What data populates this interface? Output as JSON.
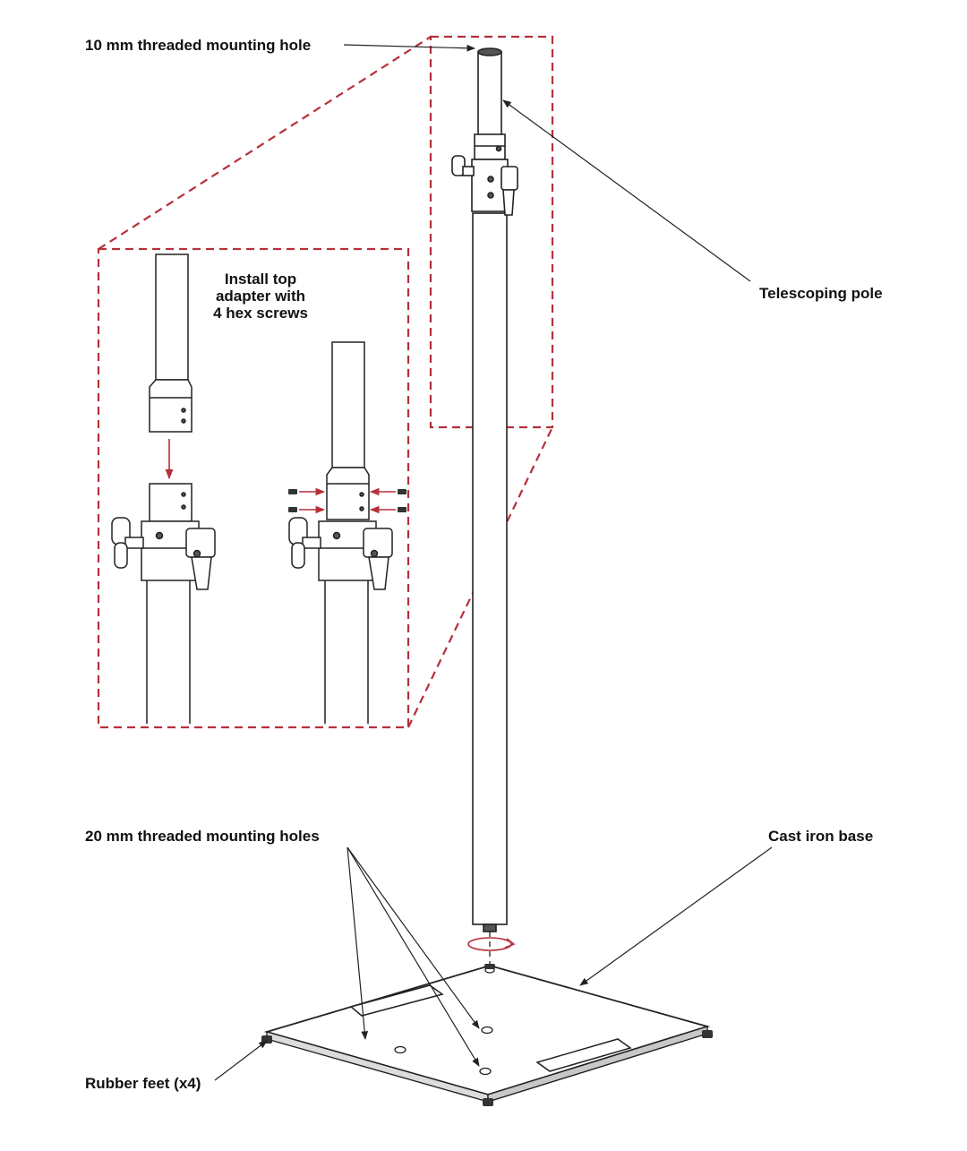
{
  "labels": {
    "top_hole": "10 mm threaded mounting hole",
    "telescoping_pole": "Telescoping pole",
    "base_holes": "20 mm threaded mounting holes",
    "cast_iron_base": "Cast iron base",
    "rubber_feet": "Rubber feet (x4)"
  },
  "instruction": {
    "line1": "Install top",
    "line2": "adapter with",
    "line3": "4 hex screws"
  },
  "colors": {
    "accent_red": "#b5303a",
    "line": "#222222"
  }
}
